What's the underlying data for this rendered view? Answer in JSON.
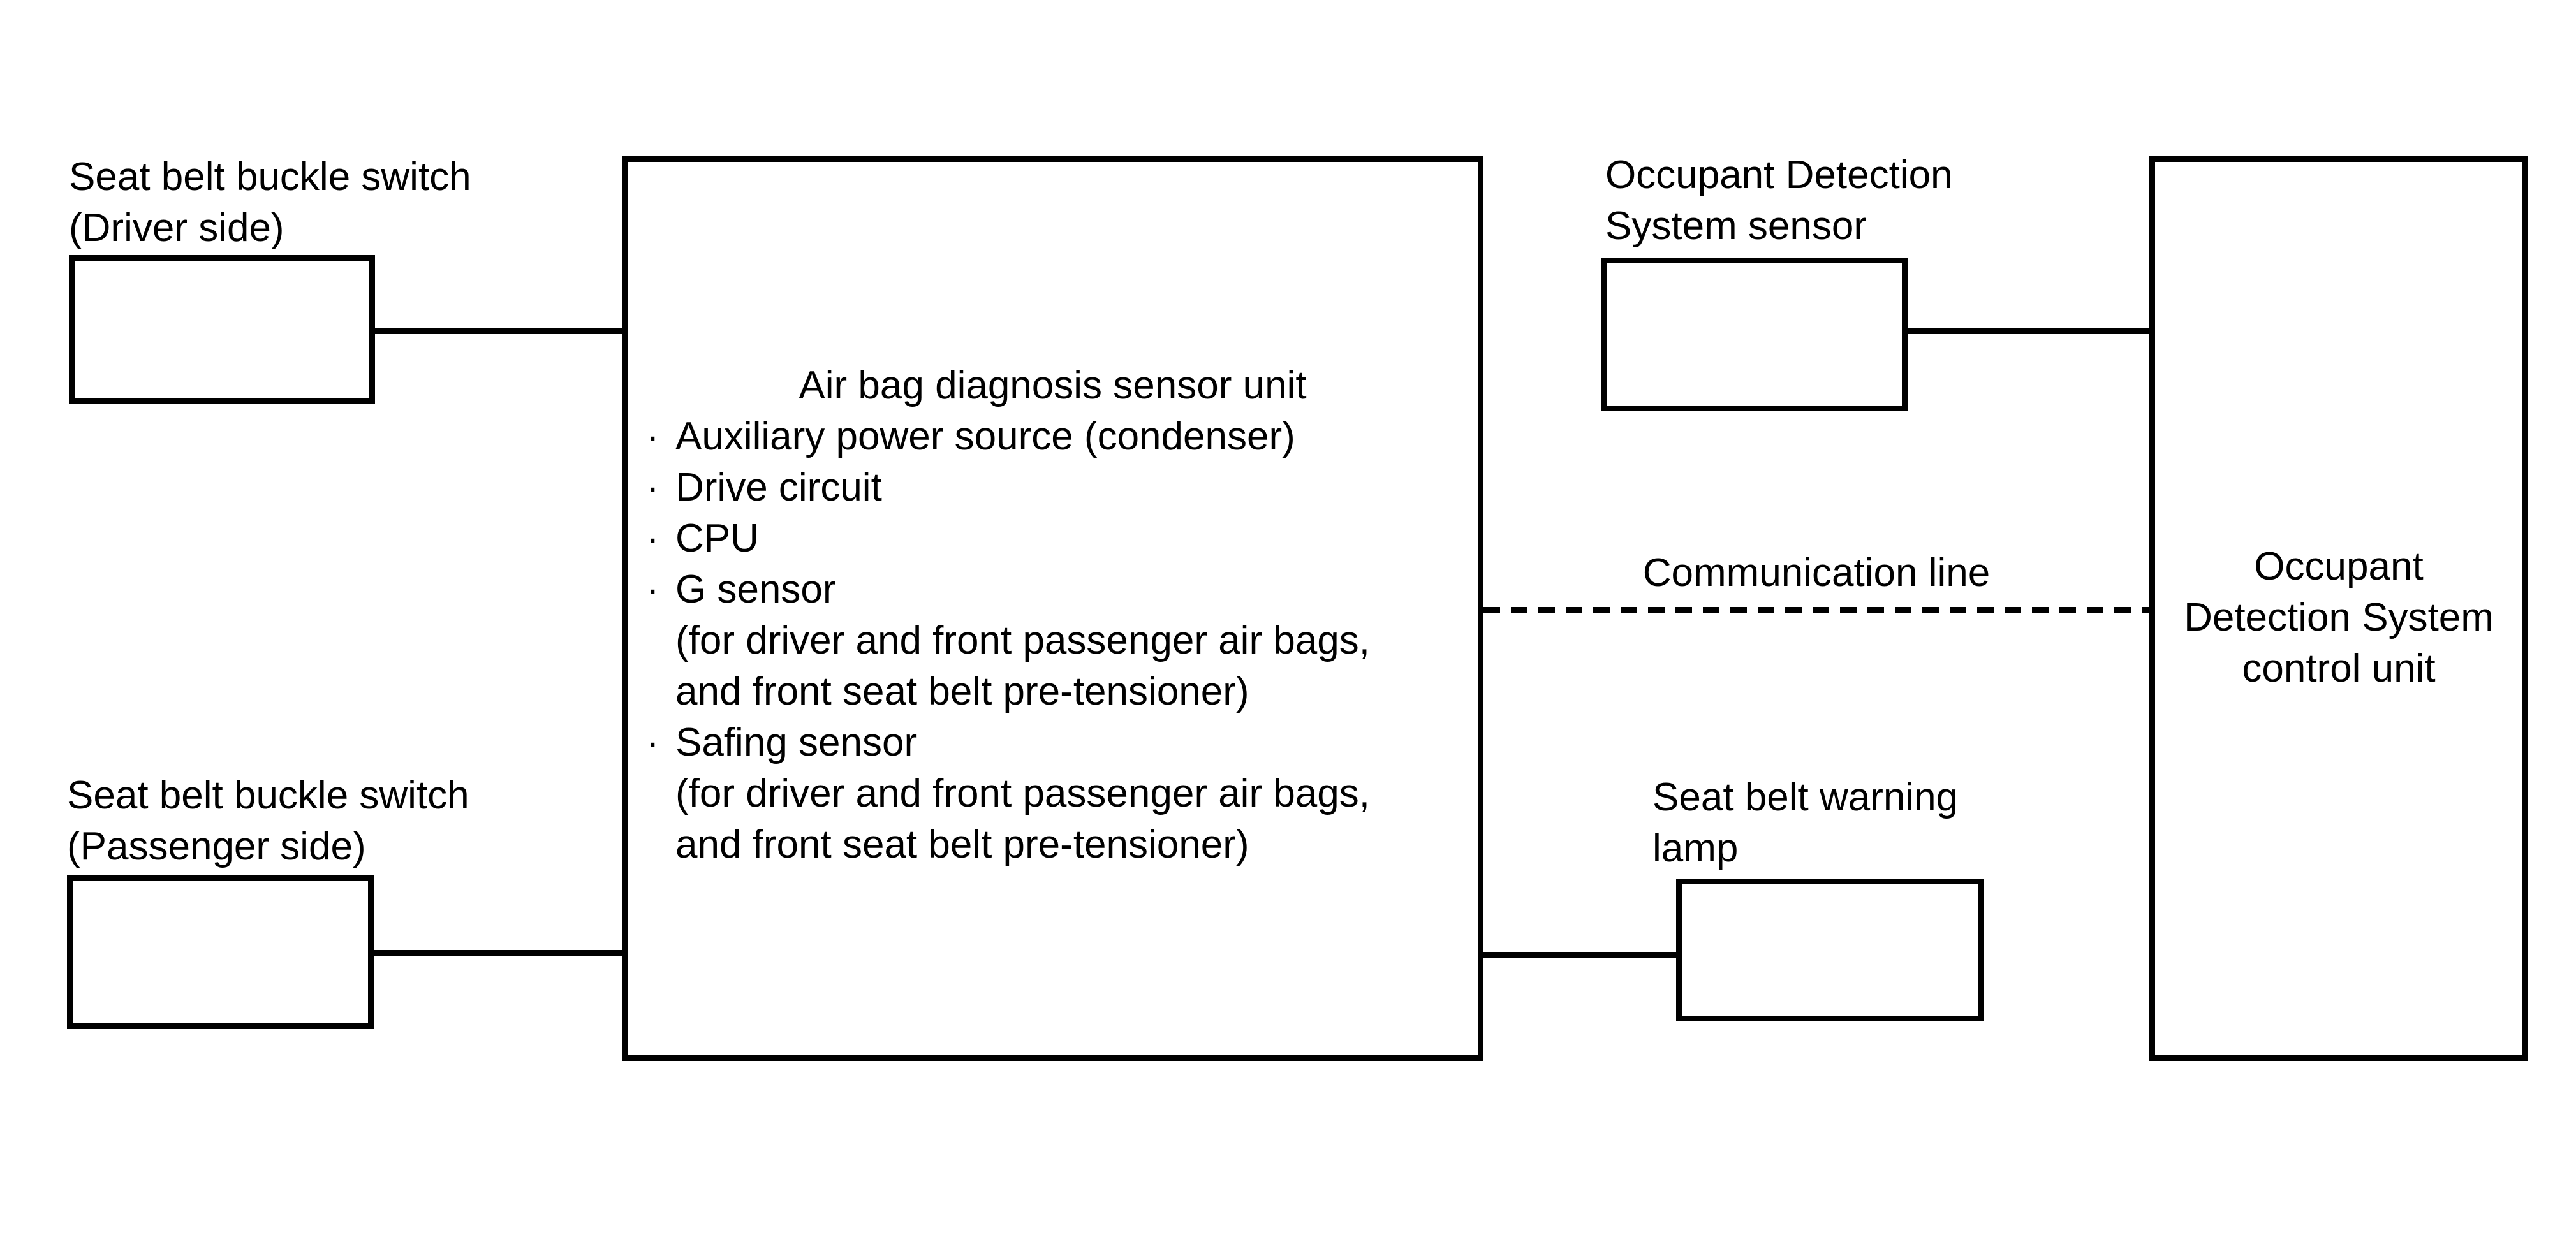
{
  "diagram": {
    "colors": {
      "stroke": "#000000",
      "background": "#ffffff",
      "text": "#000000"
    },
    "labels": {
      "driver_switch": [
        "Seat belt buckle switch",
        "(Driver side)"
      ],
      "passenger_switch": [
        "Seat belt buckle switch",
        "(Passenger side)"
      ],
      "ods_sensor": [
        "Occupant Detection",
        "System sensor"
      ],
      "warning_lamp": [
        "Seat belt warning",
        "lamp"
      ],
      "communication_line": "Communication line",
      "control_unit": [
        "Occupant",
        "Detection System",
        "control unit"
      ]
    },
    "airbag_unit": {
      "title": "Air bag diagnosis sensor unit",
      "bullet_char": "·",
      "lines": [
        {
          "indent": "bullet",
          "text": "Auxiliary power source (condenser)"
        },
        {
          "indent": "bullet",
          "text": "Drive circuit"
        },
        {
          "indent": "bullet",
          "text": "CPU"
        },
        {
          "indent": "bullet",
          "text": "G sensor"
        },
        {
          "indent": "cont",
          "text": "(for driver and front passenger air bags,"
        },
        {
          "indent": "cont",
          "text": "and front seat belt pre-tensioner)"
        },
        {
          "indent": "bullet",
          "text": "Safing sensor"
        },
        {
          "indent": "cont",
          "text": "(for driver and front passenger air bags,"
        },
        {
          "indent": "cont",
          "text": "and front seat belt pre-tensioner)"
        }
      ]
    }
  }
}
